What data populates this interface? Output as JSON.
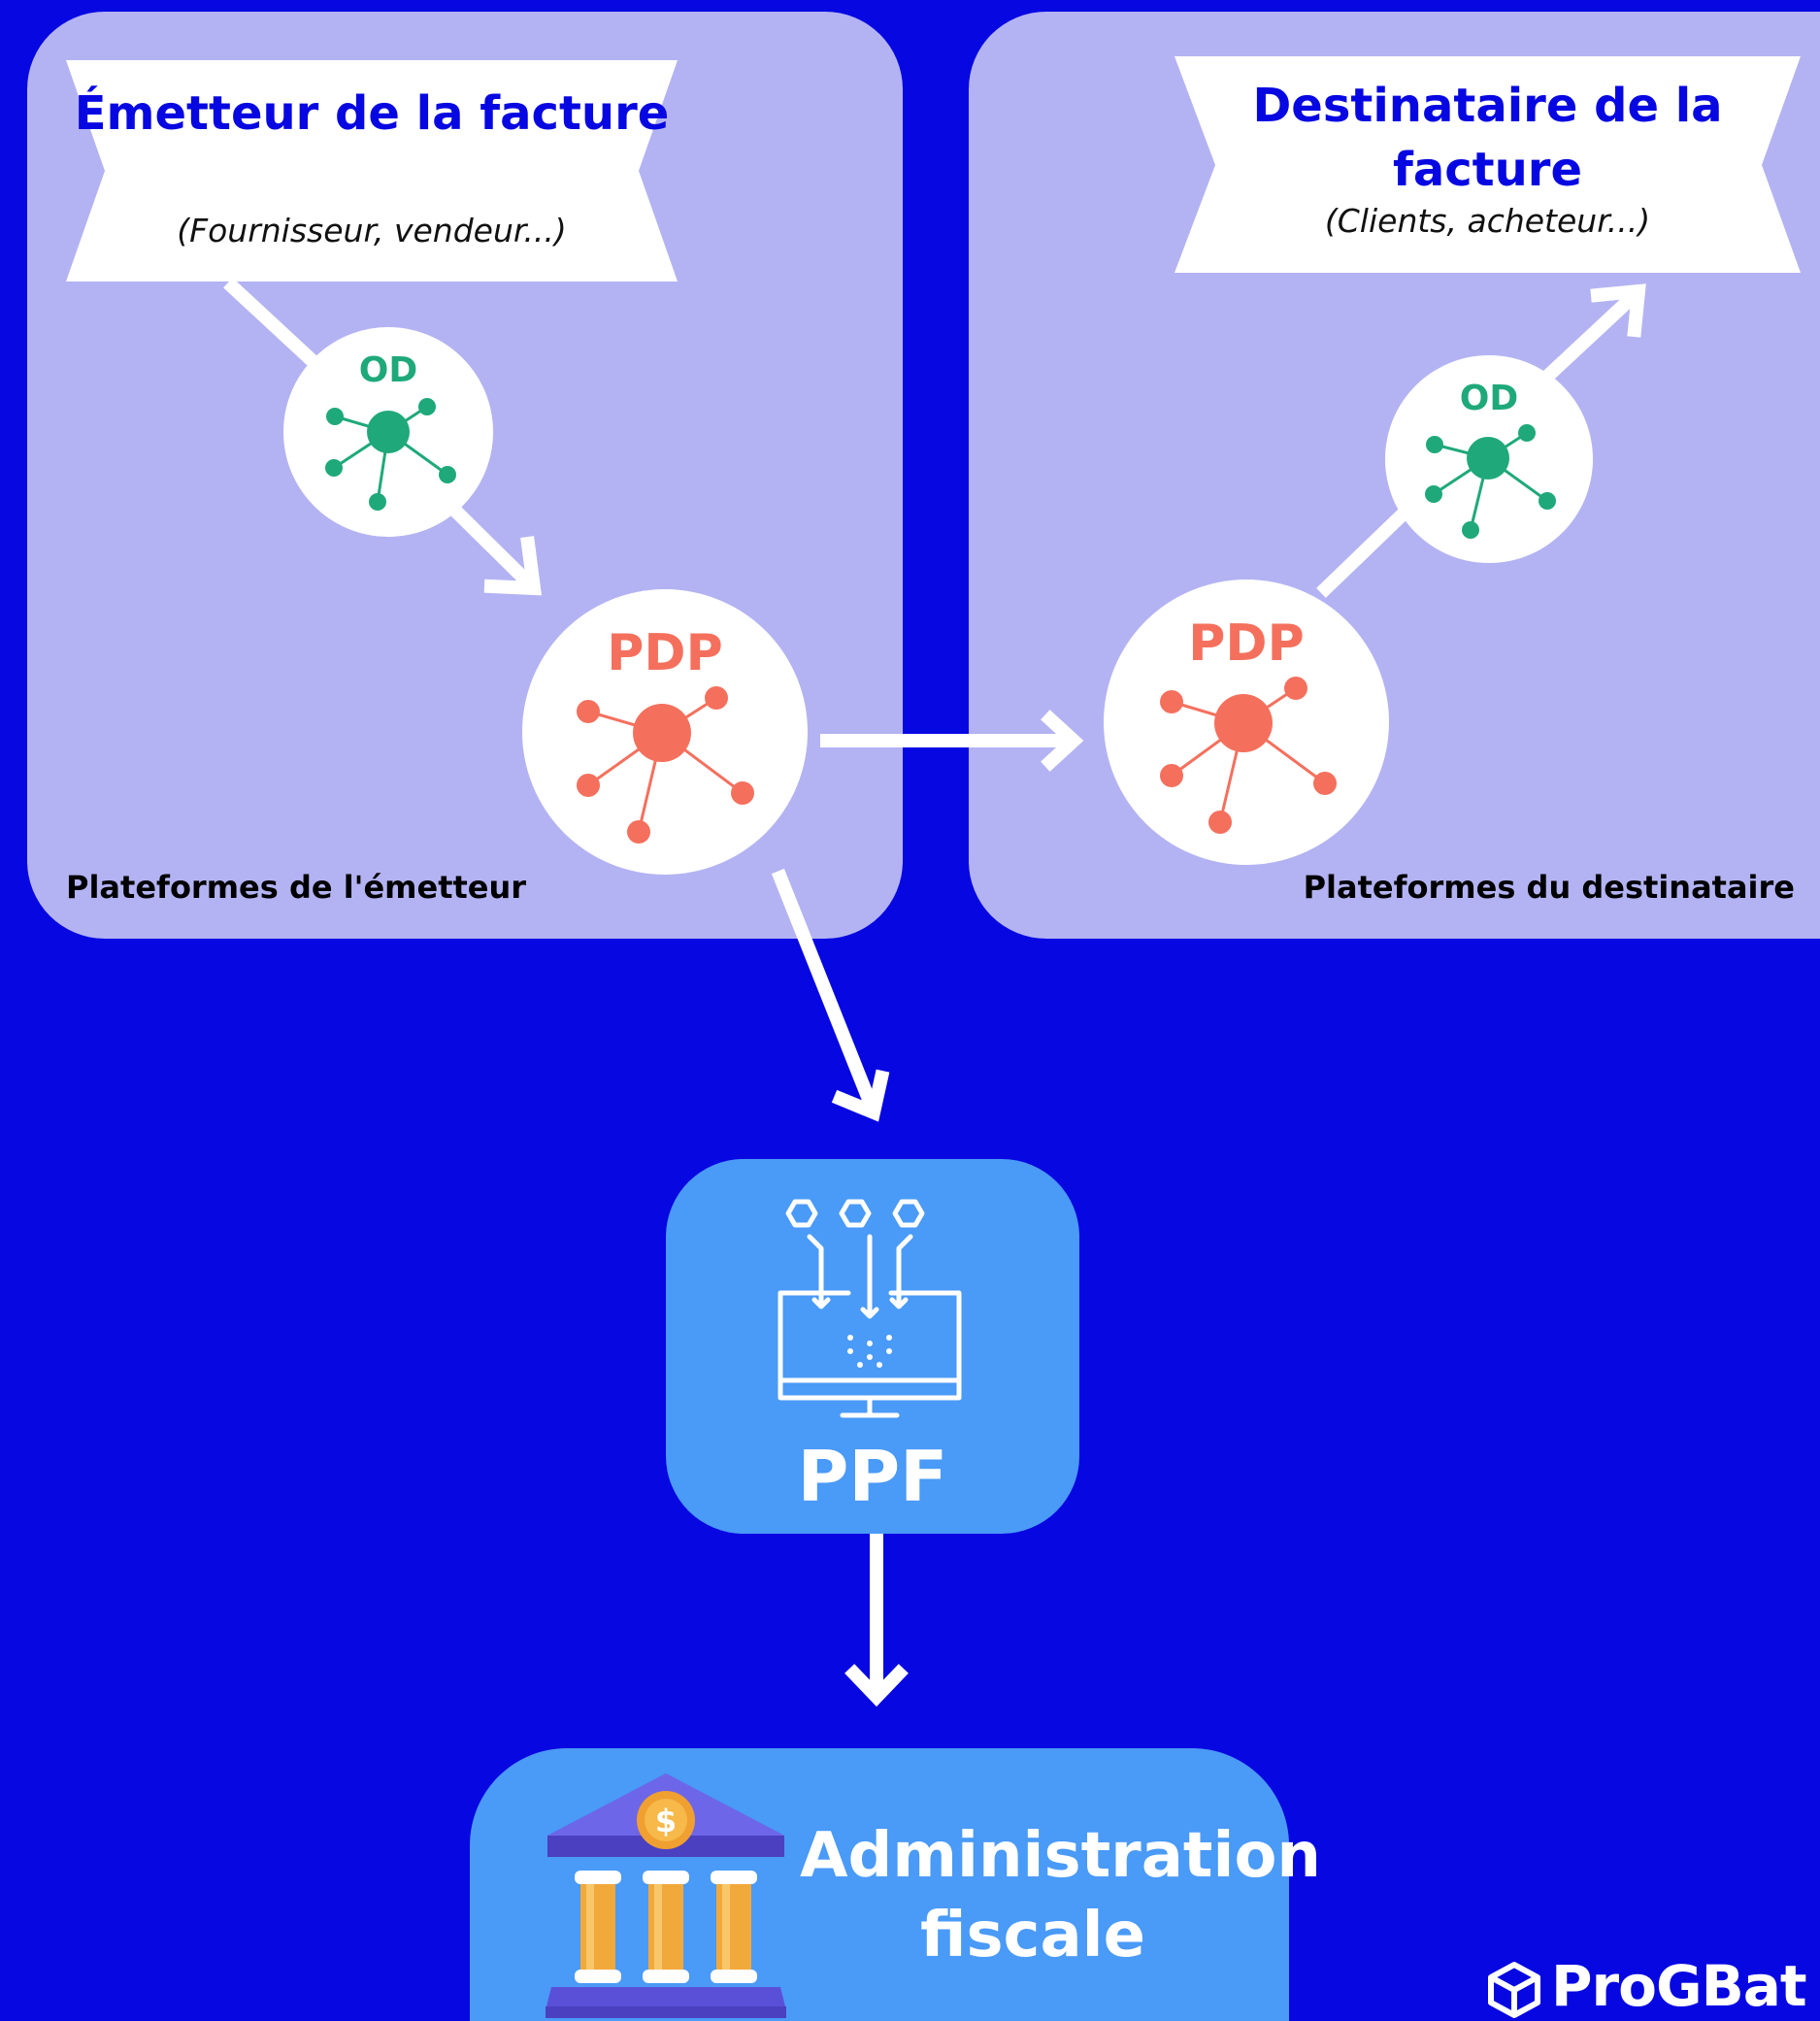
{
  "emitter_banner": {
    "title": "Émetteur de la facture",
    "subtitle": "(Fournisseur, vendeur...)"
  },
  "recipient_banner": {
    "title": "Destinataire de la facture",
    "subtitle": "(Clients, acheteur...)"
  },
  "nodes": {
    "od_left": "OD",
    "pdp_left": "PDP",
    "od_right": "OD",
    "pdp_right": "PDP",
    "ppf": "PPF",
    "administration": "Administration fiscale"
  },
  "panels": {
    "left_label": "Plateformes de l'émetteur",
    "right_label": "Plateformes du destinataire"
  },
  "colors": {
    "background": "#0707e2",
    "panel": "#b3b3f3",
    "od_green": "#1fa97a",
    "pdp_coral": "#f4705d",
    "box_blue": "#4a9af7"
  },
  "icons": {
    "od": "network-node-icon",
    "pdp": "network-node-icon",
    "ppf": "monitor-data-icon",
    "administration": "bank-building-icon",
    "logo": "progbat-logo-icon"
  },
  "logo": {
    "text": "ProGBat"
  }
}
